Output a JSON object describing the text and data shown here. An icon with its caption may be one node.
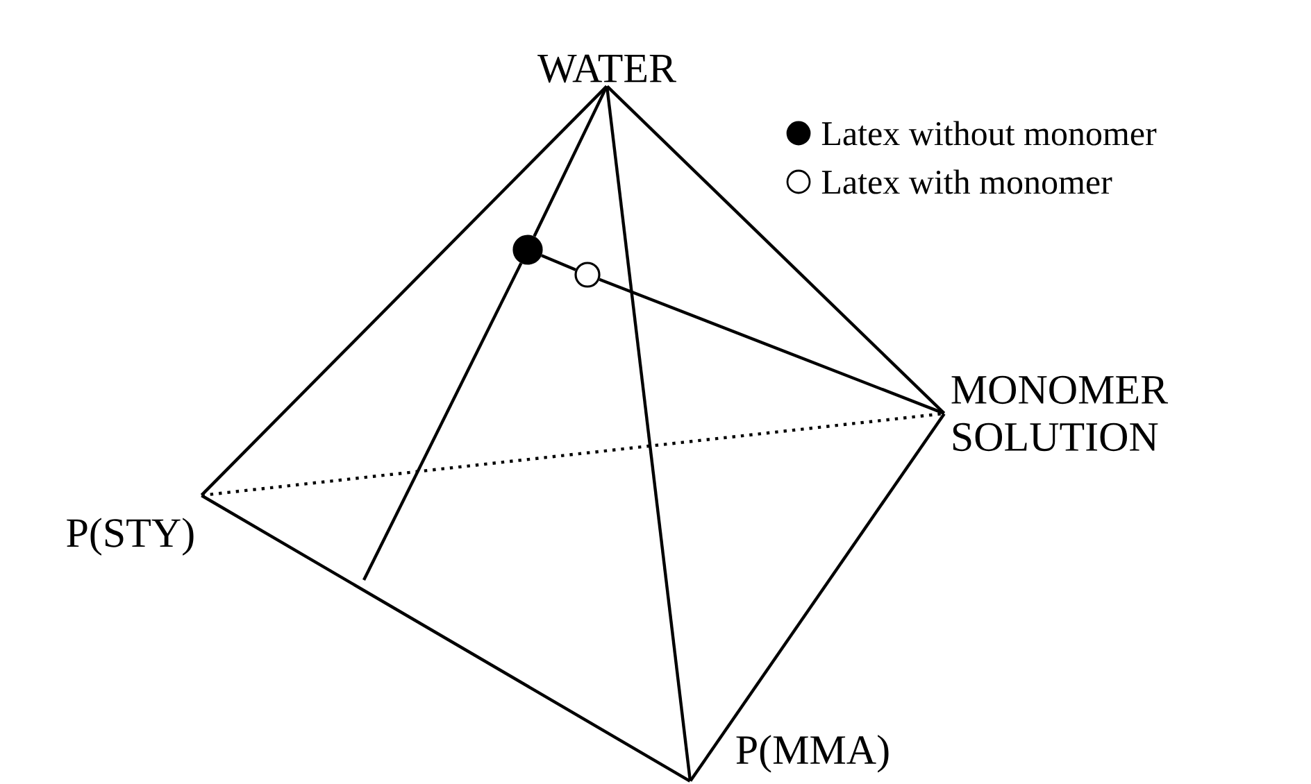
{
  "diagram": {
    "nodes": [
      {
        "text": [
          "WATER"
        ]
      },
      {
        "text": [
          "MONOMER SOLUTION"
        ]
      },
      {
        "text": [
          "P(STY)"
        ]
      },
      {
        "text": [
          "P(MMA)"
        ]
      },
      {
        "text": [],
        "shape": "circle"
      },
      {
        "text": [],
        "shape": "circle"
      }
    ],
    "edges": [
      {
        "from": 0,
        "to": 2,
        "arrow": "none"
      },
      {
        "from": 0,
        "to": 1,
        "arrow": "none"
      },
      {
        "from": 0,
        "to": 3,
        "arrow": "none"
      },
      {
        "from": 2,
        "to": 3,
        "arrow": "none"
      },
      {
        "from": 3,
        "to": 1,
        "arrow": "none"
      },
      {
        "from": 2,
        "to": 1,
        "arrow": "none",
        "style": "dashed"
      },
      {
        "from": 0,
        "to": 4,
        "arrow": "none"
      },
      {
        "from": 4,
        "to": null,
        "arrow": "none"
      },
      {
        "from": 4,
        "to": 5,
        "arrow": "none"
      },
      {
        "from": 5,
        "to": 1,
        "arrow": "none"
      }
    ],
    "legend": [
      {
        "text": "Latex without monomer"
      },
      {
        "text": "Latex with monomer"
      }
    ]
  }
}
